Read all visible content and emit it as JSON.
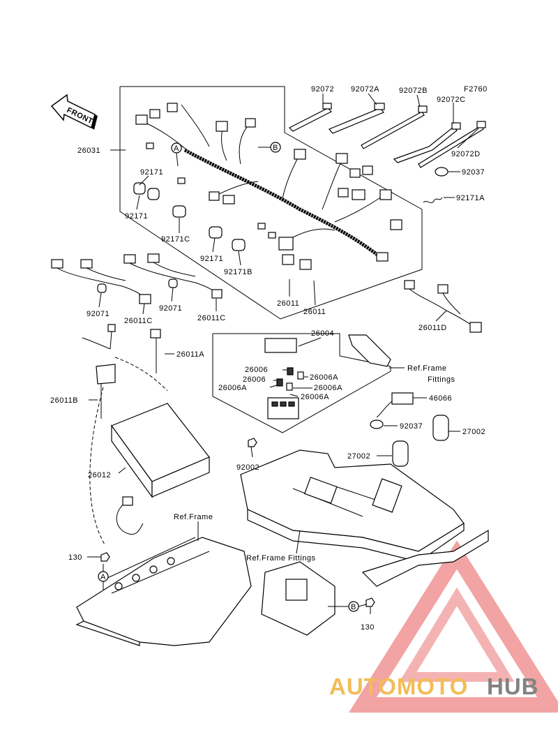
{
  "figure_code": "F2760",
  "front_arrow": "FRONT",
  "ref_labels": {
    "frame_fittings_1": "Ref.Frame",
    "frame_fittings_2": "Fittings",
    "frame": "Ref.Frame",
    "frame_fittings_bottom": "Ref.Frame Fittings"
  },
  "callouts": {
    "a": "A",
    "b": "B"
  },
  "parts": {
    "p92072": "92072",
    "p92072a": "92072A",
    "p92072b": "92072B",
    "p92072c": "92072C",
    "p92072d": "92072D",
    "p92037_top": "92037",
    "p92171a": "92171A",
    "p26031": "26031",
    "p92171_1": "92171",
    "p92171_2": "92171",
    "p92171c": "92171C",
    "p92171_3": "92171",
    "p92171b": "92171B",
    "p26011_1": "26011",
    "p26011_2": "26011",
    "p92071_1": "92071",
    "p26011c_1": "26011C",
    "p92071_2": "92071",
    "p26011c_2": "26011C",
    "p26011d": "26011D",
    "p26004": "26004",
    "p26011a": "26011A",
    "p26006_1": "26006",
    "p26006a_1": "26006A",
    "p26006_2": "26006",
    "p26006a_2": "26006A",
    "p26006a_3": "26006A",
    "p26006a_4": "26006A",
    "p26011b": "26011B",
    "p46066": "46066",
    "p92037_mid": "92037",
    "p27002_1": "27002",
    "p27002_2": "27002",
    "p92002": "92002",
    "p26012": "26012",
    "p130_1": "130",
    "p130_2": "130"
  },
  "watermark": {
    "word_a": "AUTOMOTO",
    "word_b": "HUB",
    "color_a": "#f0b23a",
    "color_b": "#6d6d6d",
    "triangle_color": "#e23a3a"
  }
}
